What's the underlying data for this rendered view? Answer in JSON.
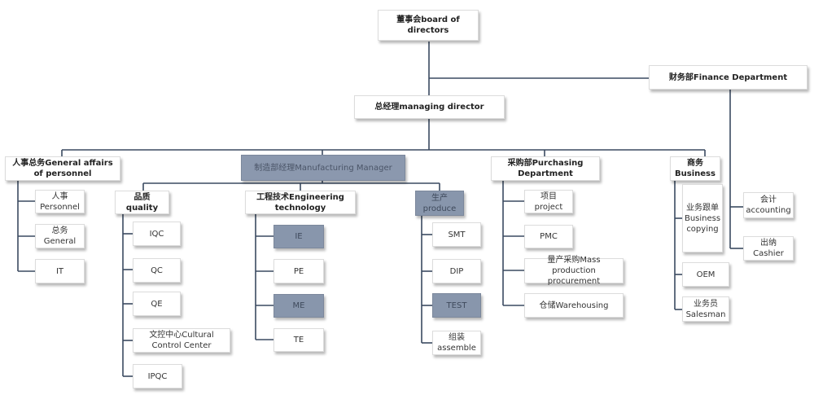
{
  "nodes": {
    "board": {
      "text": "董事会board of directors"
    },
    "finance": {
      "text": "财务部Finance Department"
    },
    "md": {
      "text": "总经理managing director"
    },
    "hr": {
      "text": "人事总务General affairs of personnel"
    },
    "mfg": {
      "text": "制造部经理Manufacturing Manager"
    },
    "purchasing": {
      "text": "采购部Purchasing Department"
    },
    "business": {
      "text": "商务 Business"
    },
    "personnel": {
      "text": "人事 Personnel"
    },
    "general": {
      "text": "总务General"
    },
    "it": {
      "text": "IT"
    },
    "quality": {
      "text": "品质quality"
    },
    "iqc": {
      "text": "IQC"
    },
    "qc": {
      "text": "QC"
    },
    "qe": {
      "text": "QE"
    },
    "ccc": {
      "text": "文控中心Cultural Control Center"
    },
    "ipqc": {
      "text": "IPQC"
    },
    "eng": {
      "text": "工程技术Engineering technology"
    },
    "ie": {
      "text": "IE"
    },
    "pe": {
      "text": "PE"
    },
    "me": {
      "text": "ME"
    },
    "te": {
      "text": "TE"
    },
    "produce": {
      "text": "生产 produce"
    },
    "smt": {
      "text": "SMT"
    },
    "dip": {
      "text": "DIP"
    },
    "test": {
      "text": "TEST"
    },
    "assemble": {
      "text": "组装 assemble"
    },
    "project": {
      "text": "项目project"
    },
    "pmc": {
      "text": "PMC"
    },
    "mass": {
      "text": "量产采购Mass production procurement"
    },
    "warehousing": {
      "text": "仓储Warehousing"
    },
    "bizcopy": {
      "text": "业务跟单 Business copying"
    },
    "oem": {
      "text": "OEM"
    },
    "salesman": {
      "text": "业务员 Salesman"
    },
    "accounting": {
      "text": "会计 accounting"
    },
    "cashier": {
      "text": "出纳Cashier"
    }
  },
  "colors": {
    "line": "#3a4a60",
    "highlight": "#8b98ae",
    "node_border": "#dcdcdc"
  }
}
